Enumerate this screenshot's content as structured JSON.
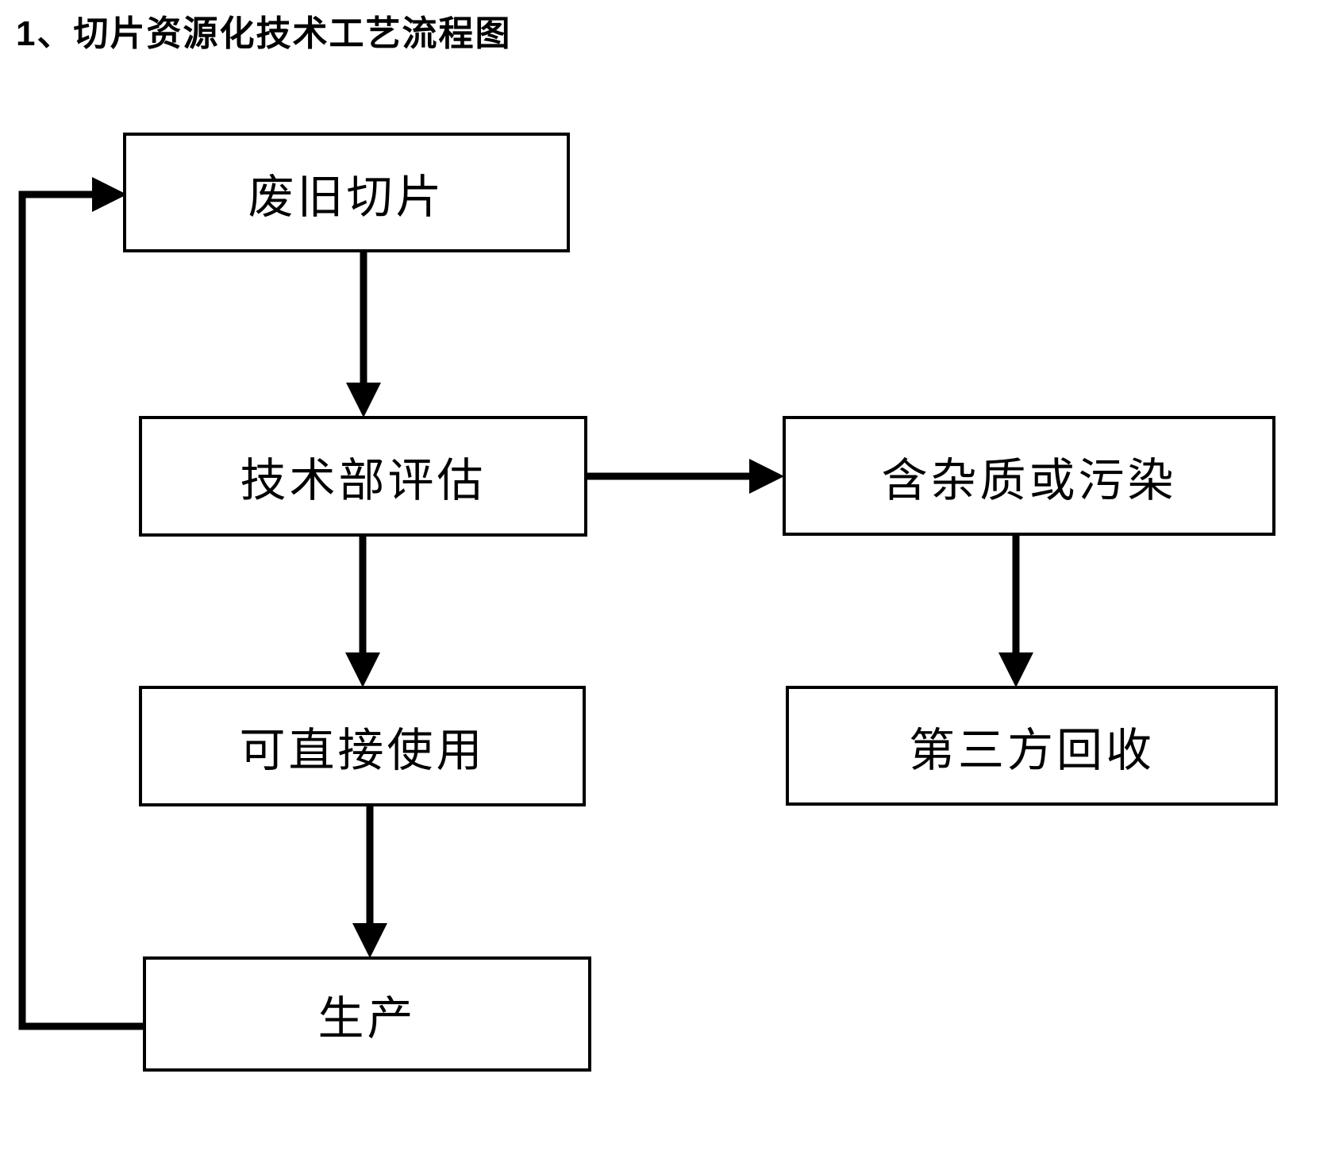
{
  "title": "1、切片资源化技术工艺流程图",
  "nodes": {
    "waste_slices": {
      "label": "废旧切片"
    },
    "tech_evaluation": {
      "label": "技术部评估"
    },
    "impurity_or_pollution": {
      "label": "含杂质或污染"
    },
    "direct_use": {
      "label": "可直接使用"
    },
    "third_party_recycle": {
      "label": "第三方回收"
    },
    "production": {
      "label": "生产"
    }
  },
  "edges": [
    {
      "from": "waste_slices",
      "to": "tech_evaluation"
    },
    {
      "from": "tech_evaluation",
      "to": "impurity_or_pollution"
    },
    {
      "from": "tech_evaluation",
      "to": "direct_use"
    },
    {
      "from": "impurity_or_pollution",
      "to": "third_party_recycle"
    },
    {
      "from": "direct_use",
      "to": "production"
    },
    {
      "from": "production",
      "to": "waste_slices"
    }
  ],
  "colors": {
    "line": "#000000",
    "box_border": "#000000",
    "box_fill": "#ffffff",
    "text": "#000000",
    "background": "#ffffff"
  }
}
